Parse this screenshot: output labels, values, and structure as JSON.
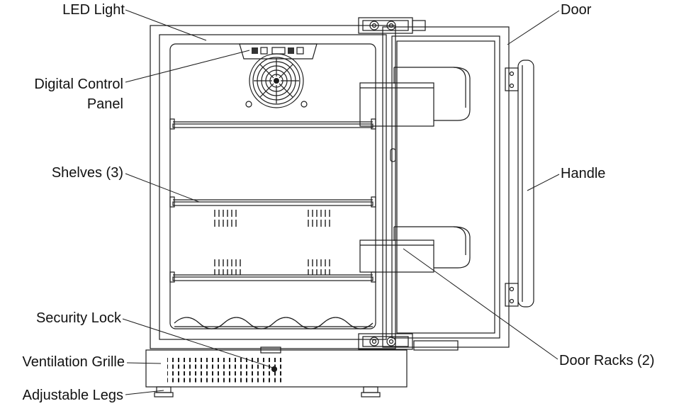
{
  "diagram": {
    "labels": {
      "led_light": "LED Light",
      "digital_control_panel": "Digital Control Panel",
      "shelves": "Shelves (3)",
      "security_lock": "Security Lock",
      "ventilation_grille": "Ventilation Grille",
      "adjustable_legs": "Adjustable Legs",
      "door": "Door",
      "handle": "Handle",
      "door_racks": "Door Racks (2)"
    },
    "line_color": "#1c1c1c",
    "background_color": "#ffffff"
  }
}
